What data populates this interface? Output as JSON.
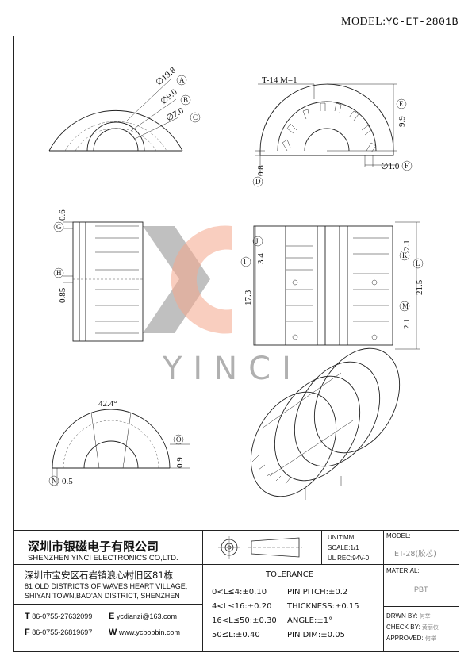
{
  "header": {
    "model_label": "MODEL:",
    "model_value": "YC-ET-2801B"
  },
  "watermark": {
    "text": "YINCI",
    "logo_colors": [
      "#8c8c8c",
      "#f4a58a"
    ]
  },
  "dims": {
    "a": "∅19.8",
    "a_c": "A",
    "b": "∅9.0",
    "b_c": "B",
    "c": "∅7.0",
    "c_c": "C",
    "tooth": "T-14  M=1",
    "e": "9.9",
    "e_c": "E",
    "d": "0.8",
    "d_c": "D",
    "f": "∅1.0",
    "f_c": "F",
    "g": "0.6",
    "g_c": "G",
    "h": "0.85",
    "h_c": "H",
    "i": "17.3",
    "i_c": "I",
    "j": "3.4",
    "j_c": "J",
    "k": "2.1",
    "k_c": "K",
    "l": "21.5",
    "l_c": "L",
    "m": "2.1",
    "m_c": "M",
    "angle": "42.4°",
    "o": "0.9",
    "o_c": "O",
    "n": "0.5",
    "n_c": "N"
  },
  "company": {
    "name_cn": "深圳市银磁电子有限公司",
    "name_en": "SHENZHEN YINCI ELECTRONICS CO,LTD.",
    "address_cn": "深圳市宝安区石岩镇浪心村旧区81栋",
    "address_en_1": "81 OLD DISTRICTS OF WAVES HEART VILLAGE,",
    "address_en_2": "SHIYAN TOWN,BAO'AN DISTRICT,  SHENZHEN",
    "tel_label": "T",
    "tel": "86-0755-27632099",
    "email_label": "E",
    "email": "ycdianzi@163.com",
    "fax_label": "F",
    "fax": "86-0755-26819697",
    "web_label": "W",
    "web": "www.ycbobbin.com"
  },
  "specs": {
    "unit": "UNIT:MM",
    "scale": "SCALE:1/1",
    "ul": "UL REC:94V-0",
    "model_label": "MODEL:",
    "model_value": "ET-28(胶芯)",
    "material_label": "MATERIAL:",
    "material_value": "PBT"
  },
  "tolerance": {
    "title": "TOLERANCE",
    "rows": [
      [
        "0<L≤4:±0.10",
        "PIN PITCH:±0.2"
      ],
      [
        "4<L≤16:±0.20",
        "THICKNESS:±0.15"
      ],
      [
        "16<L≤50:±0.30",
        "ANGLE:±1°"
      ],
      [
        "50≤L:±0.40",
        "PIN DIM:±0.05"
      ]
    ]
  },
  "signoff": {
    "drawn_label": "DRWN BY:",
    "drawn": "何举",
    "check_label": "CHECK BY:",
    "check": "黄丽仪",
    "approved_label": "APPROVED:",
    "approved": "何举"
  }
}
